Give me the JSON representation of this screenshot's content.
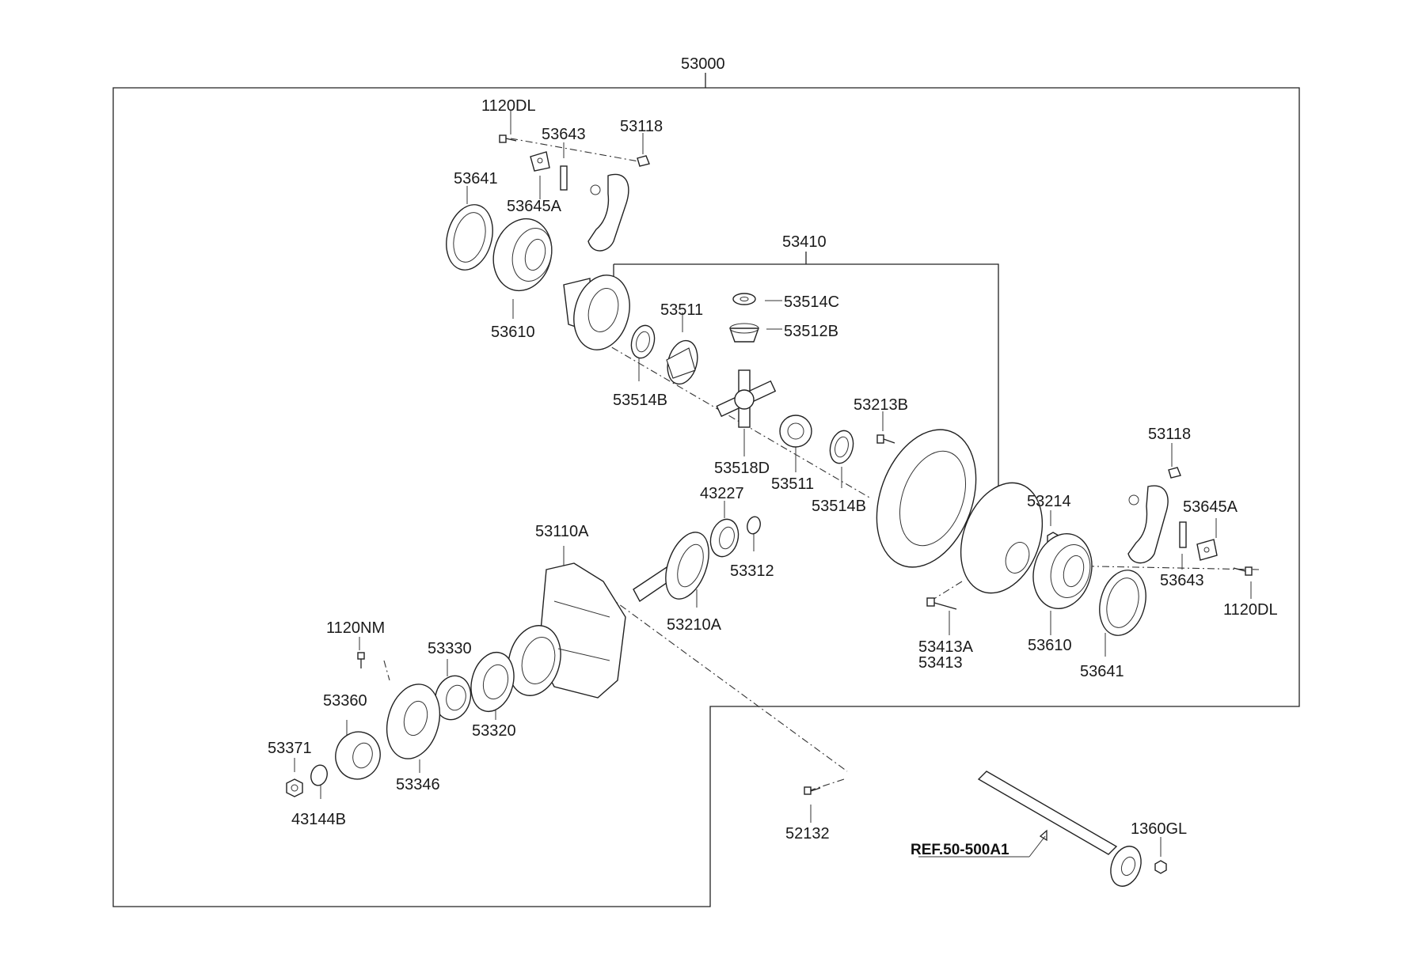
{
  "assembly": {
    "main": "53000",
    "sub": "53410"
  },
  "labels": {
    "l_1120DL_top": "1120DL",
    "l_53643_top": "53643",
    "l_53118_top": "53118",
    "l_53641_top": "53641",
    "l_53645A_top": "53645A",
    "l_53610_top": "53610",
    "l_53514C": "53514C",
    "l_53511_top": "53511",
    "l_53512B": "53512B",
    "l_53514B_left": "53514B",
    "l_53213B": "53213B",
    "l_53518D": "53518D",
    "l_53511_bottom": "53511",
    "l_53514B_right": "53514B",
    "l_43227": "43227",
    "l_53312": "53312",
    "l_53214": "53214",
    "l_53118_right": "53118",
    "l_53645A_right": "53645A",
    "l_53643_right": "53643",
    "l_1120DL_right": "1120DL",
    "l_53110A": "53110A",
    "l_53210A": "53210A",
    "l_53413A": "53413A",
    "l_53413": "53413",
    "l_53610_right": "53610",
    "l_53641_right": "53641",
    "l_1120NM": "1120NM",
    "l_53330": "53330",
    "l_53360": "53360",
    "l_53320": "53320",
    "l_53371": "53371",
    "l_53346": "53346",
    "l_43144B": "43144B",
    "l_52132": "52132",
    "l_1360GL": "1360GL"
  },
  "reference": "REF.50-500A1"
}
